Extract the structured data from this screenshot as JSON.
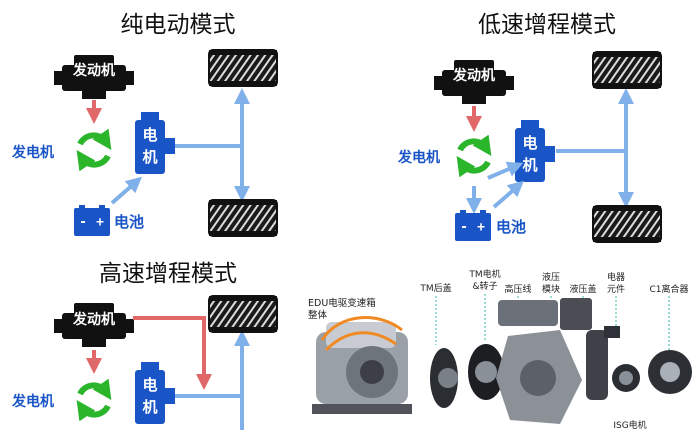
{
  "modes": [
    {
      "title": "纯电动模式",
      "engine_label": "发动机",
      "generator_label": "发电机",
      "motor_label_1": "电",
      "motor_label_2": "机",
      "battery_label": "电池",
      "battery_minus": "-",
      "battery_plus": "+"
    },
    {
      "title": "低速增程模式",
      "engine_label": "发动机",
      "generator_label": "发电机",
      "motor_label_1": "电",
      "motor_label_2": "机",
      "battery_label": "电池",
      "battery_minus": "-",
      "battery_plus": "+"
    },
    {
      "title": "高速增程模式",
      "engine_label": "发动机",
      "generator_label": "发电机",
      "motor_label_1": "电",
      "motor_label_2": "机"
    }
  ],
  "edu_label_1": "EDU电驱变速箱",
  "edu_label_2": "整体",
  "components": [
    {
      "line1": "TM后盖",
      "line2": ""
    },
    {
      "line1": "TM电机",
      "line2": "&转子"
    },
    {
      "line1": "高压线",
      "line2": ""
    },
    {
      "line1": "液压",
      "line2": "模块"
    },
    {
      "line1": "液压盖",
      "line2": ""
    },
    {
      "line1": "电器",
      "line2": "元件"
    },
    {
      "line1": "C1离合器",
      "line2": ""
    }
  ],
  "bottom_label": "ISG电机",
  "colors": {
    "engine": "#111111",
    "red_arrow": "#e06868",
    "blue_arrow": "#7fb0ea",
    "blue": "#1a55c8",
    "green": "#2ab52a",
    "tire": "#1a1a1a"
  }
}
